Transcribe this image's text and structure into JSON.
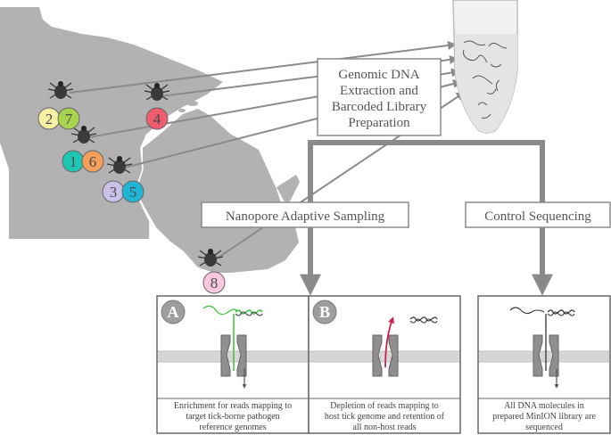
{
  "title_box": {
    "lines": [
      "Genomic DNA",
      "Extraction and",
      "Barcoded Library",
      "Preparation"
    ]
  },
  "branches": {
    "adaptive": "Nanopore Adaptive Sampling",
    "control": "Control Sequencing"
  },
  "sites": [
    {
      "num": "2",
      "color": "#f6f1a3"
    },
    {
      "num": "7",
      "color": "#a7d34f"
    },
    {
      "num": "4",
      "color": "#ef5b6f"
    },
    {
      "num": "1",
      "color": "#1fc6b3"
    },
    {
      "num": "6",
      "color": "#f4a05a"
    },
    {
      "num": "3",
      "color": "#c9c1e8"
    },
    {
      "num": "5",
      "color": "#1fb5d6"
    },
    {
      "num": "8",
      "color": "#f7c8e0"
    }
  ],
  "panels": {
    "a": {
      "letter": "A",
      "caption": [
        "Enrichment for reads mapping to",
        "target tick-borne pathogen",
        "reference genomes"
      ]
    },
    "b": {
      "letter": "B",
      "caption": [
        "Depletion of reads mapping to",
        "host tick genome and retention of",
        "all non-host reads"
      ]
    },
    "c": {
      "caption": [
        "All DNA molecules in",
        "prepared MinION library are",
        "sequenced"
      ]
    }
  },
  "colors": {
    "map": "#b2b2b2",
    "arrow": "#8a8a8a",
    "strand_target": "#39c23a",
    "strand_reject": "#d3214a"
  }
}
